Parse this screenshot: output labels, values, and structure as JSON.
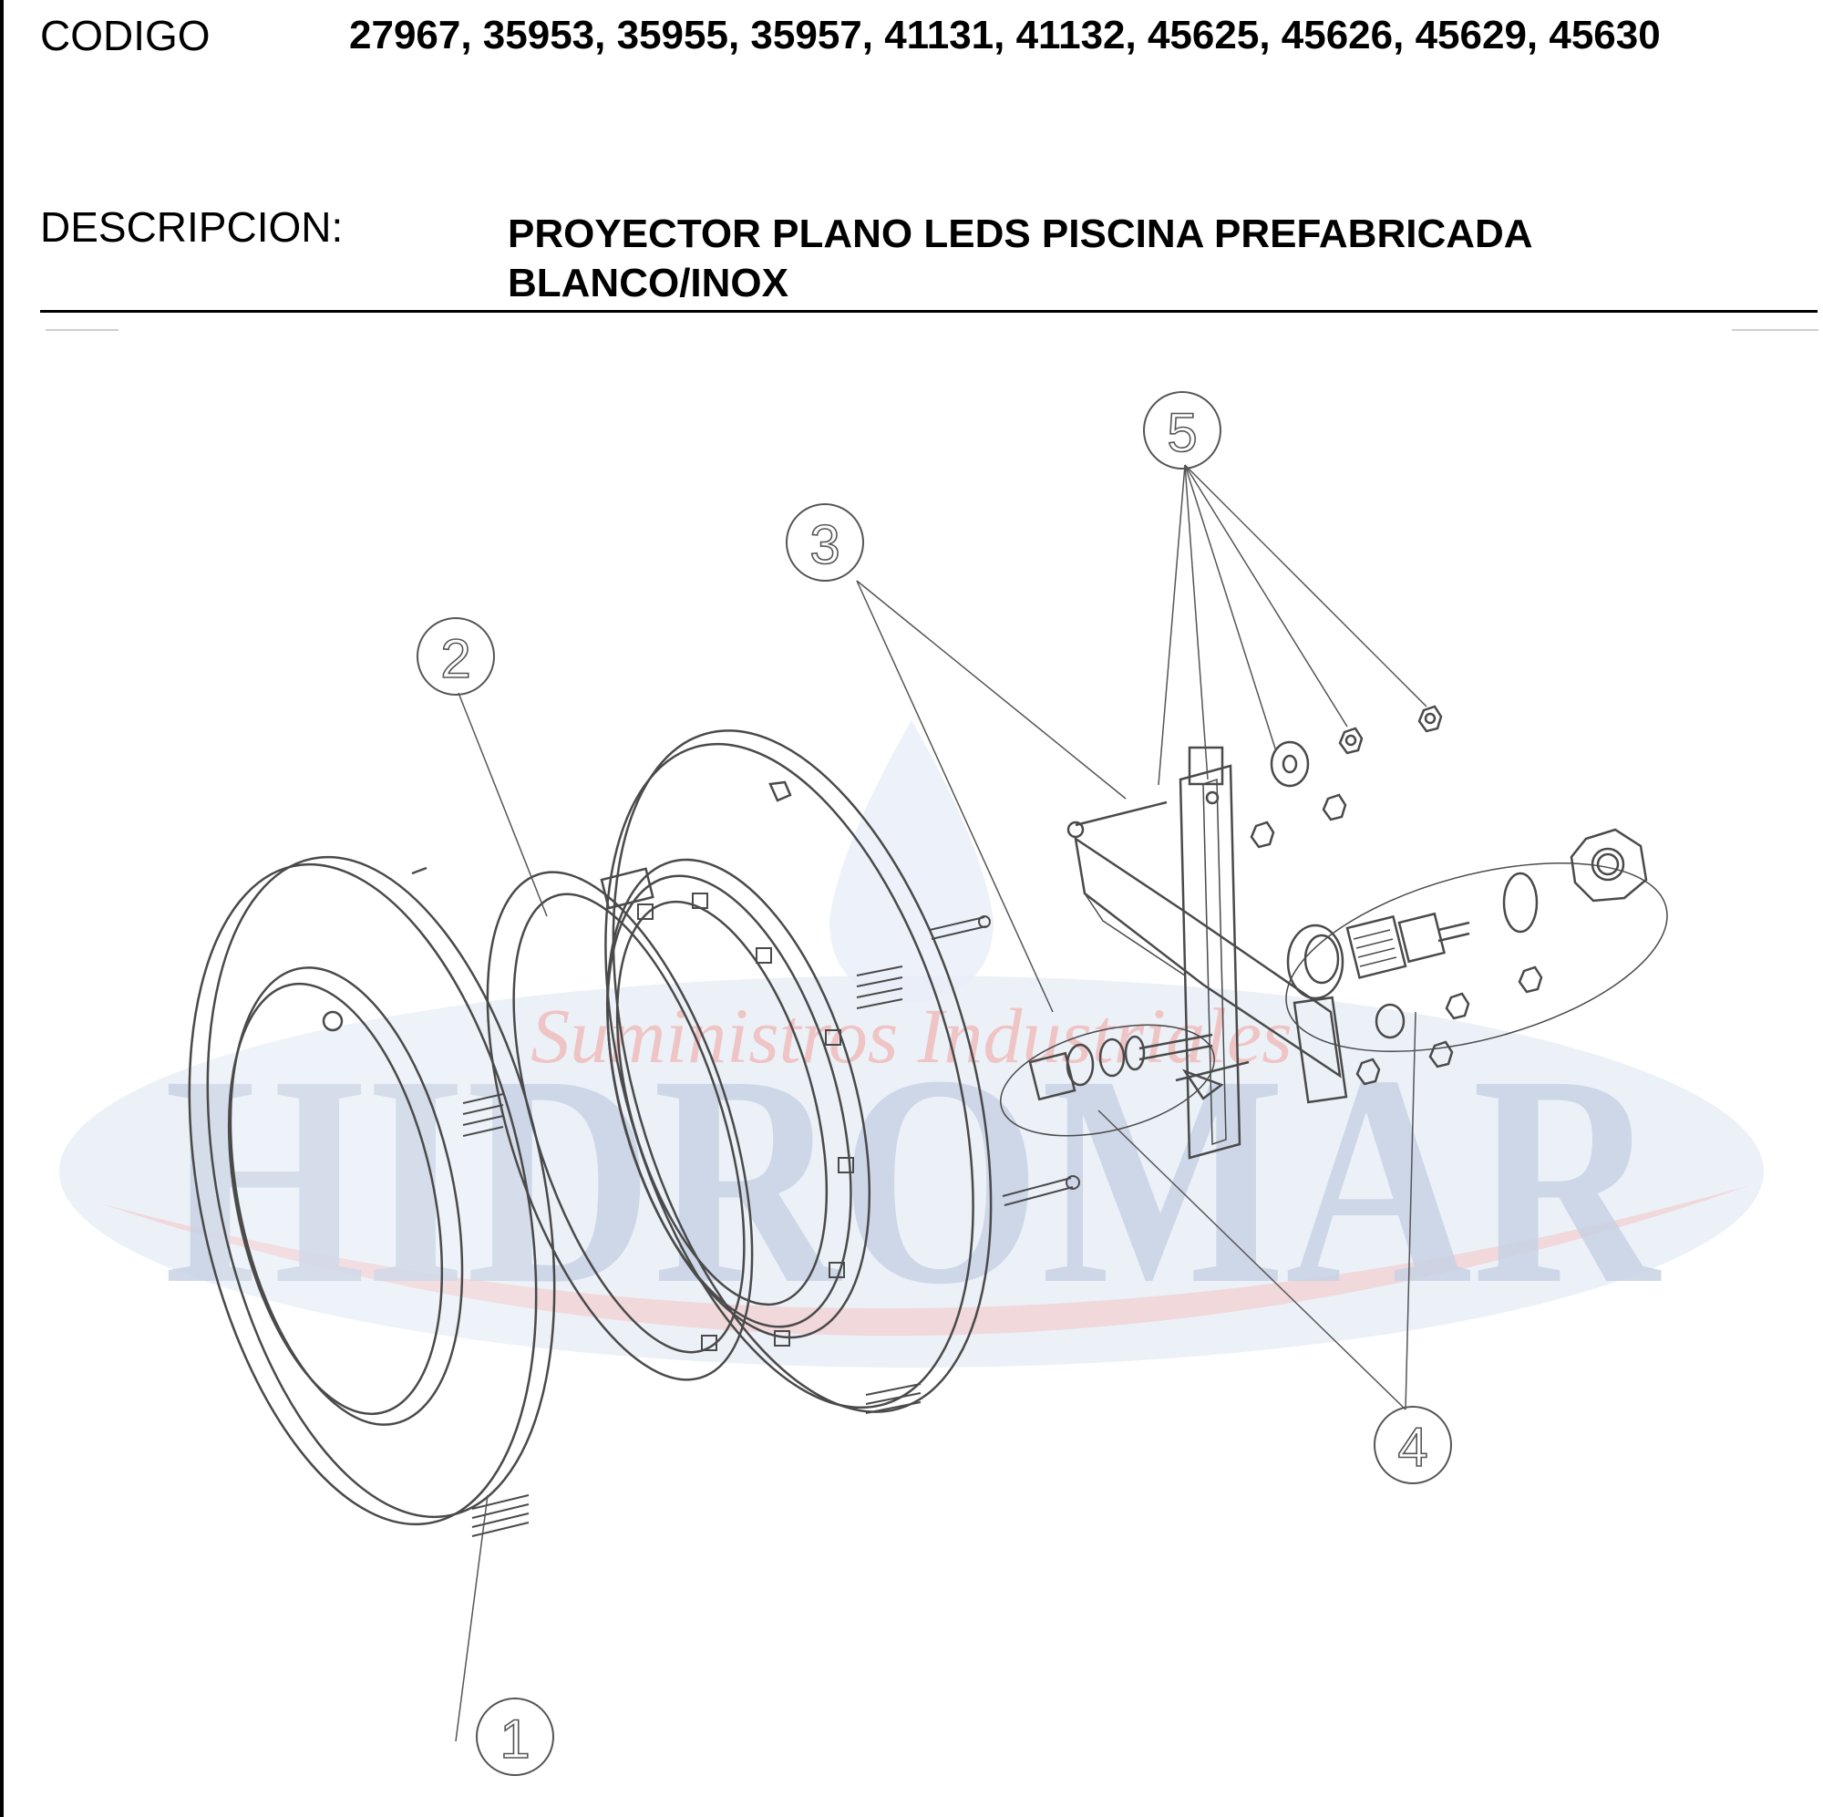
{
  "header": {
    "codigo_label": "CODIGO",
    "codigo_value": "27967, 35953, 35955, 35957, 41131, 41132, 45625, 45626, 45629, 45630",
    "descripcion_label": "DESCRIPCION:",
    "descripcion_line1": "PROYECTOR PLANO LEDS PISCINA PREFABRICADA",
    "descripcion_line2": "BLANCO/INOX"
  },
  "watermark": {
    "brand": "HIDROMAR",
    "tagline": "Suministros Industriales",
    "brand_color": "#c9d2e4",
    "accent_color": "#f2c9c9"
  },
  "callouts": [
    "1",
    "2",
    "3",
    "4",
    "5"
  ],
  "colors": {
    "line": "#4a4a4a",
    "text": "#000000"
  }
}
